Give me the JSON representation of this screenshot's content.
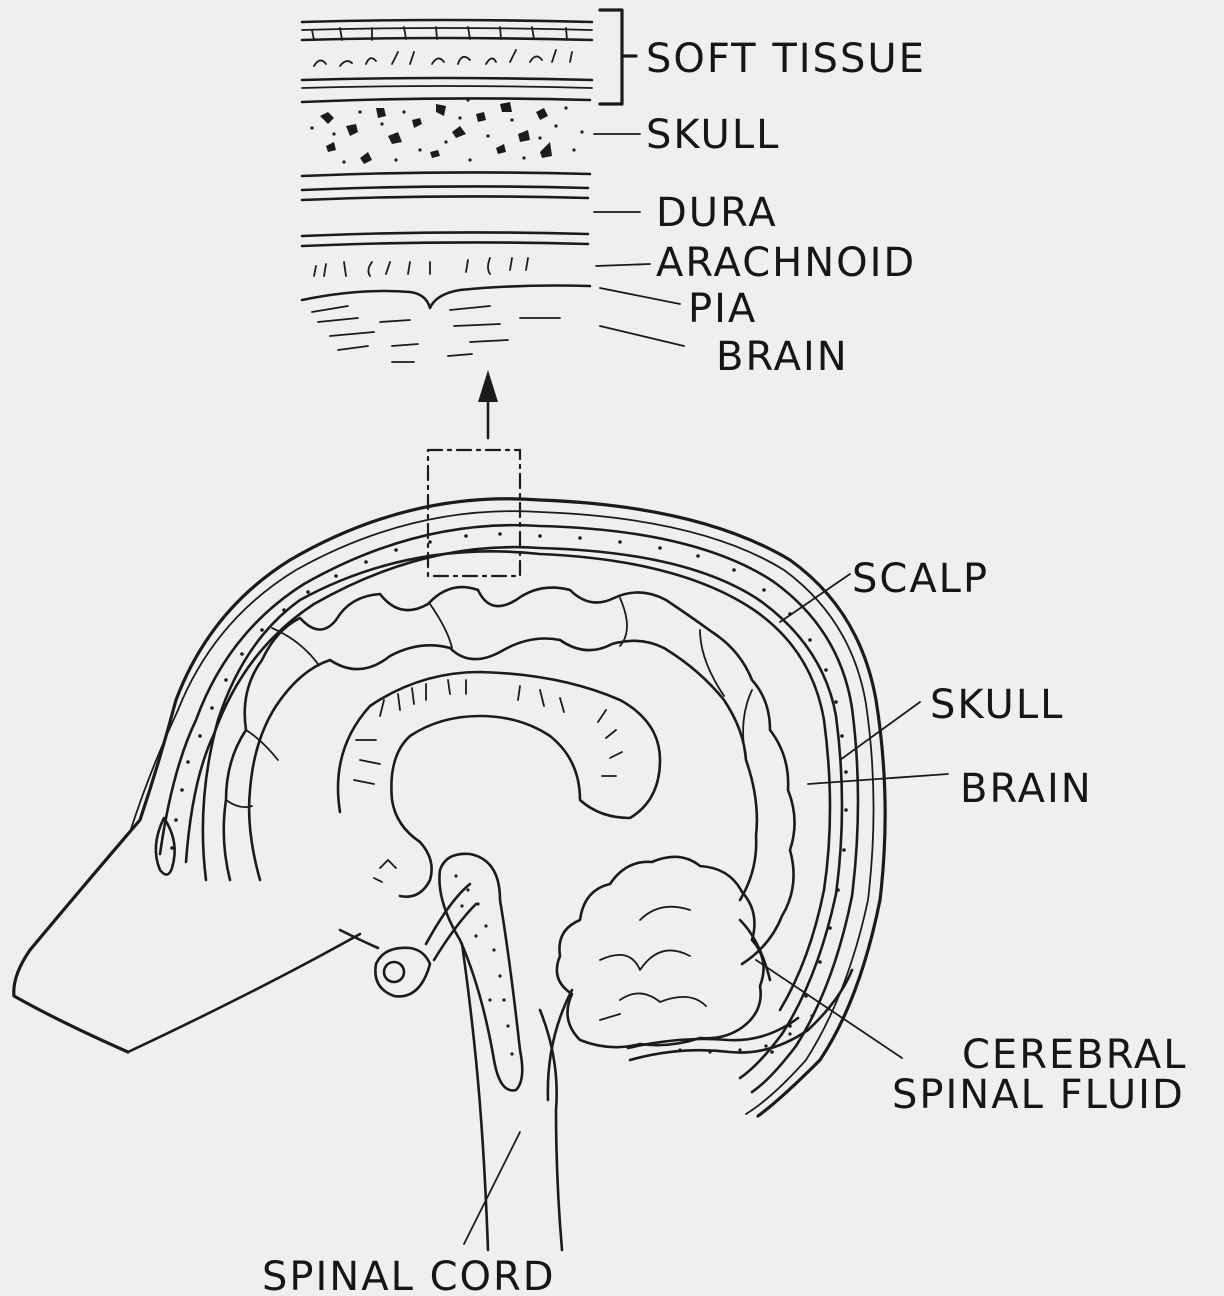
{
  "labels": {
    "soft_tissue": "SOFT TISSUE",
    "skull_top": "SKULL",
    "dura": "DURA",
    "arachnoid": "ARACHNOID",
    "pia": "PIA",
    "brain_top": "BRAIN",
    "scalp": "SCALP",
    "skull": "SKULL",
    "brain": "BRAIN",
    "csf_line1": "CEREBRAL",
    "csf_line2": "SPINAL FLUID",
    "spinal_cord": "SPINAL CORD"
  },
  "colors": {
    "ink": "#1b1b1b",
    "paper": "#efefed"
  }
}
